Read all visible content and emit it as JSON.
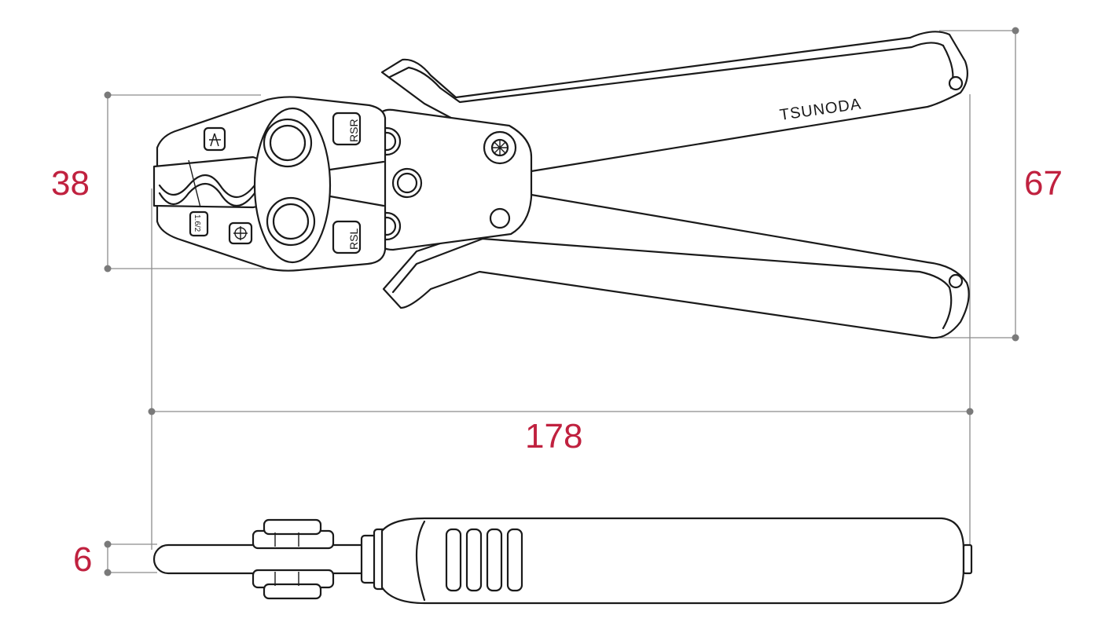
{
  "brand": "TSUNODA",
  "die_labels": {
    "rsr": "RSR",
    "rsl": "RSL",
    "size": "1.6/2"
  },
  "dimensions": {
    "height_jaw": "38",
    "height_total": "67",
    "length_total": "178",
    "thickness": "6"
  },
  "colors": {
    "dimension_text": "#c0213f",
    "dimension_line": "#8c8c8c",
    "outline": "#1a1a1a"
  },
  "icons": [
    "cross-terminal-icon",
    "wire-strip-icon"
  ]
}
